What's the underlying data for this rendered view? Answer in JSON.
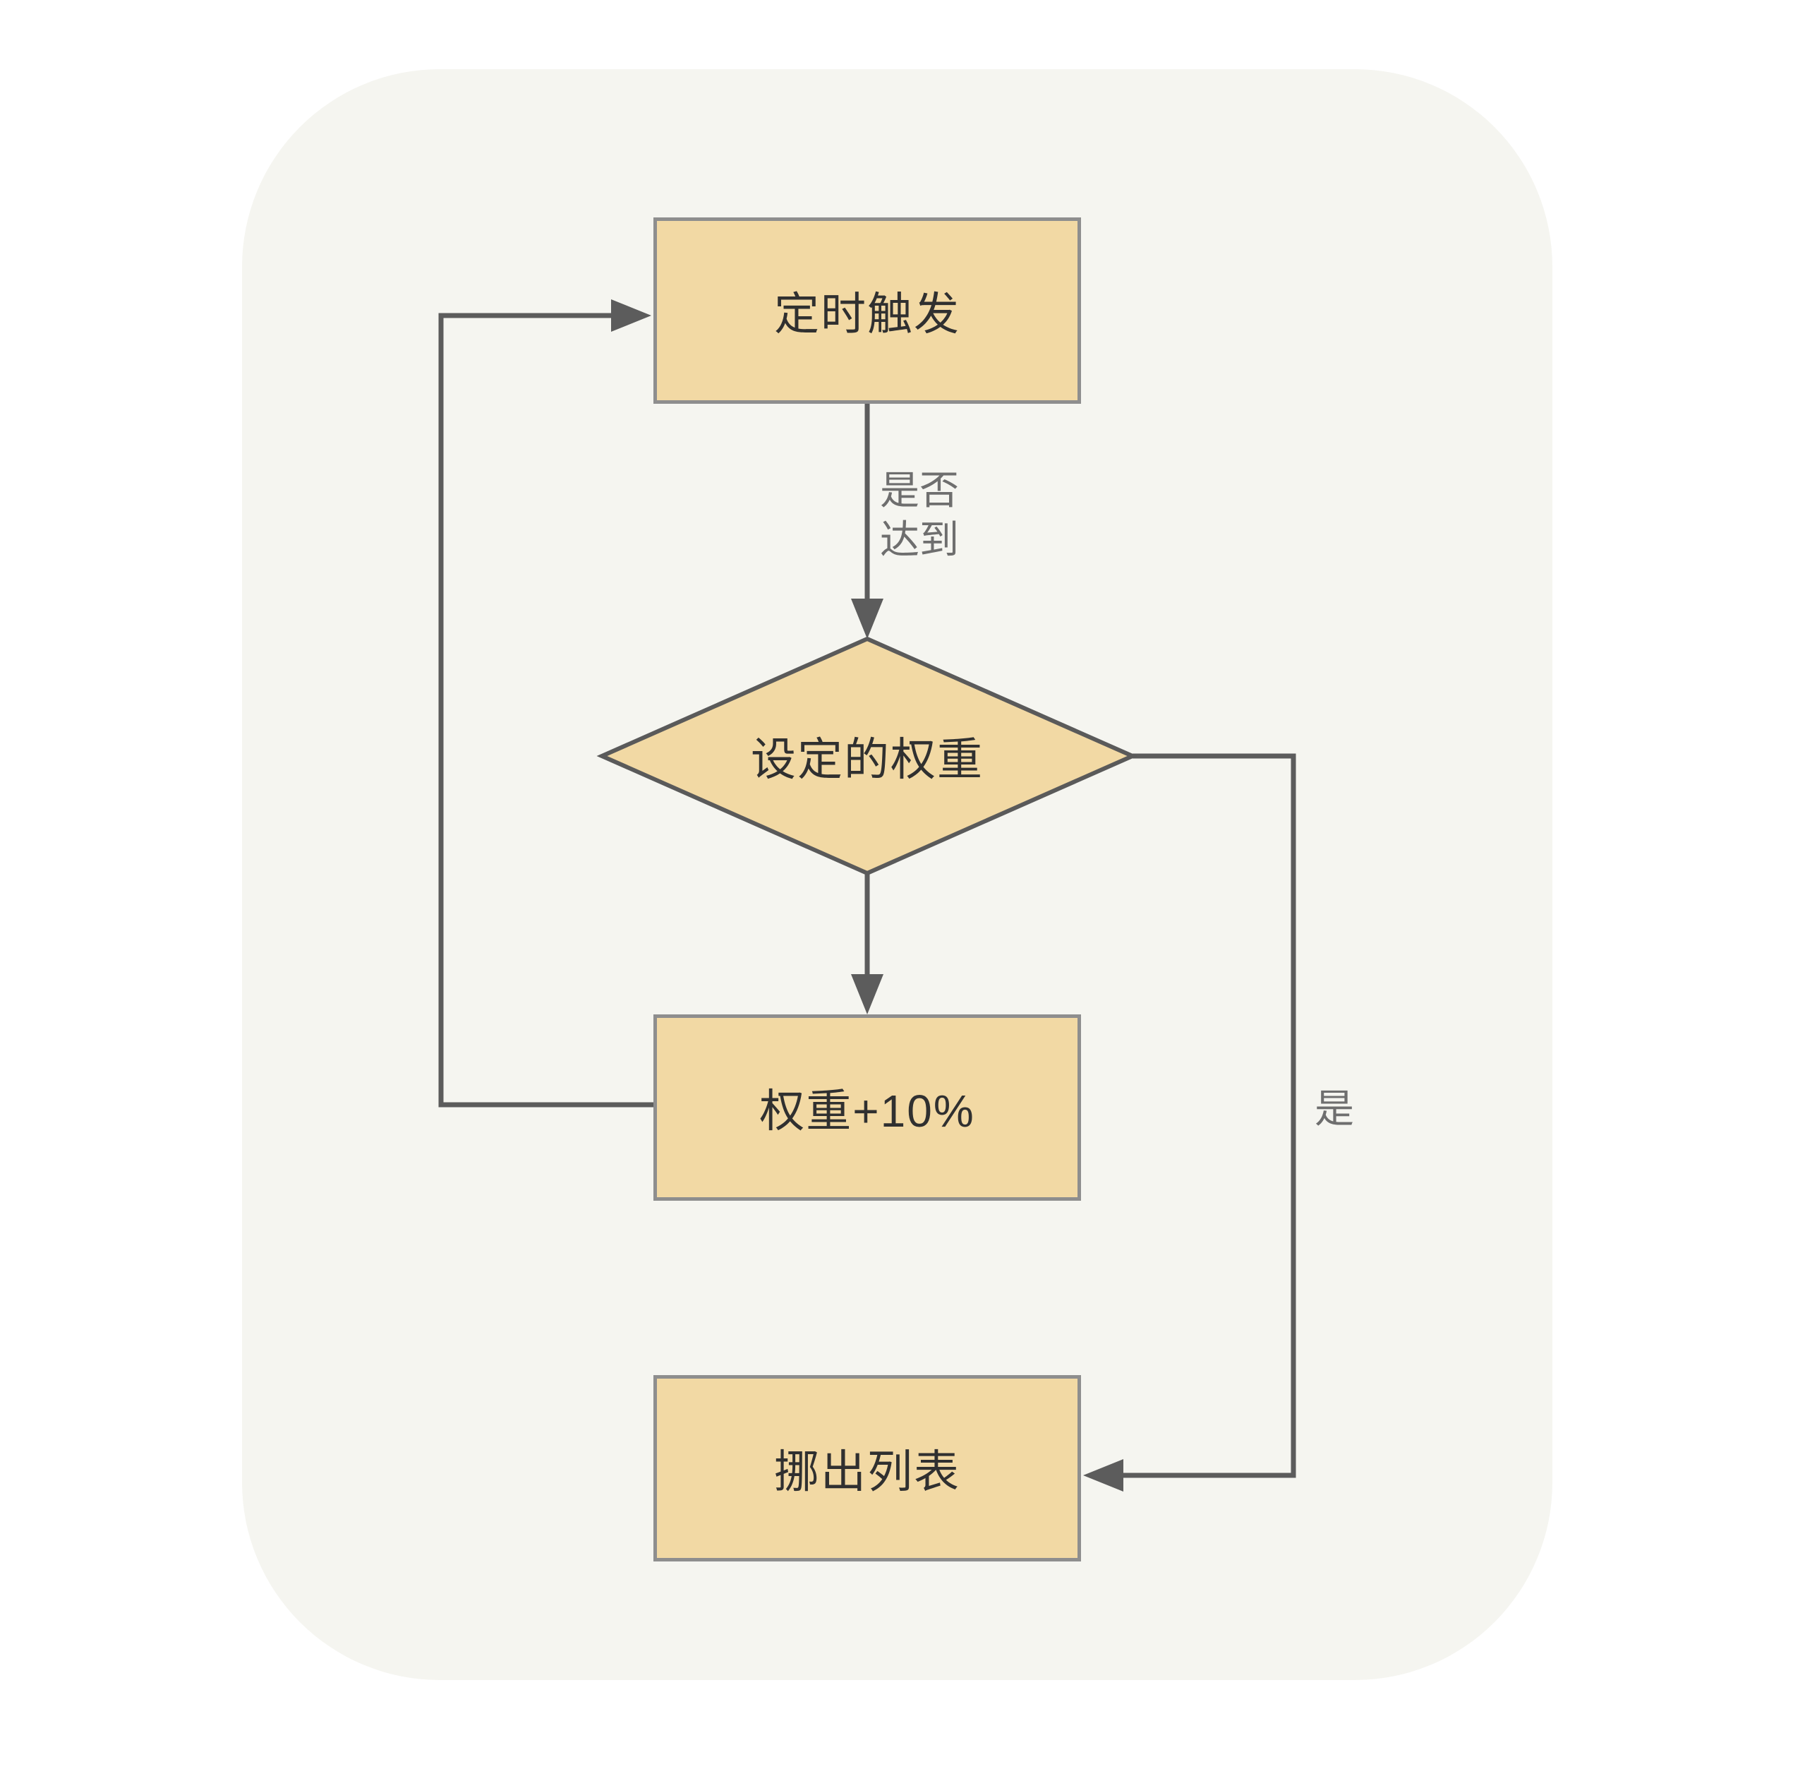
{
  "diagram": {
    "nodes": {
      "trigger": {
        "label": "定时触发",
        "type": "process"
      },
      "decision": {
        "label": "设定的权重",
        "type": "decision"
      },
      "increase": {
        "label": "权重+10%",
        "type": "process"
      },
      "remove": {
        "label": "挪出列表",
        "type": "process"
      }
    },
    "edge_labels": {
      "check": "是否\n达到",
      "yes": "是"
    },
    "colors": {
      "node_fill": "#f2d9a4",
      "node_border": "#8e8e8e",
      "diamond_border": "#5a5a5a",
      "edge": "#5c5c5c",
      "node_text": "#303030",
      "edge_label_text": "#6e6e6e",
      "canvas_bg": "#f5f5f0",
      "page_bg": "#ffffff"
    }
  }
}
